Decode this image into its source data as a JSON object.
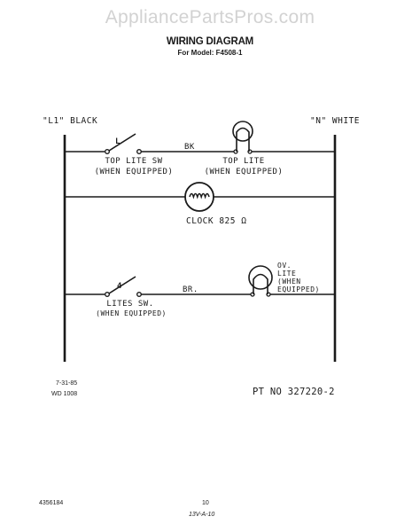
{
  "watermark": "AppliancePartsPros.com",
  "title": "WIRING DIAGRAM",
  "subtitle": "For Model: F4508-1",
  "rails": {
    "left_label": "\"L1\" BLACK",
    "right_label": "\"N\" WHITE"
  },
  "circuit_top": {
    "wire_label": "BK",
    "switch_label": "TOP LITE SW",
    "switch_sub": "(WHEN EQUIPPED)",
    "switch_terminal": "L",
    "lamp_label": "TOP LITE",
    "lamp_sub": "(WHEN EQUIPPED)"
  },
  "circuit_clock": {
    "label": "CLOCK 825 Ω"
  },
  "circuit_oven": {
    "wire_label": "BR.",
    "switch_label": "LITES SW.",
    "switch_sub": "(WHEN EQUIPPED)",
    "switch_terminal": "4",
    "lamp_label_1": "OV.",
    "lamp_label_2": "LITE",
    "lamp_label_3": "(WHEN",
    "lamp_label_4": "EQUIPPED)"
  },
  "footer": {
    "date": "7-31-85",
    "code": "WD 1008",
    "part_number": "PT NO 327220-2",
    "doc_number": "4356184",
    "page": "10",
    "handwritten": "13V-A-10"
  }
}
